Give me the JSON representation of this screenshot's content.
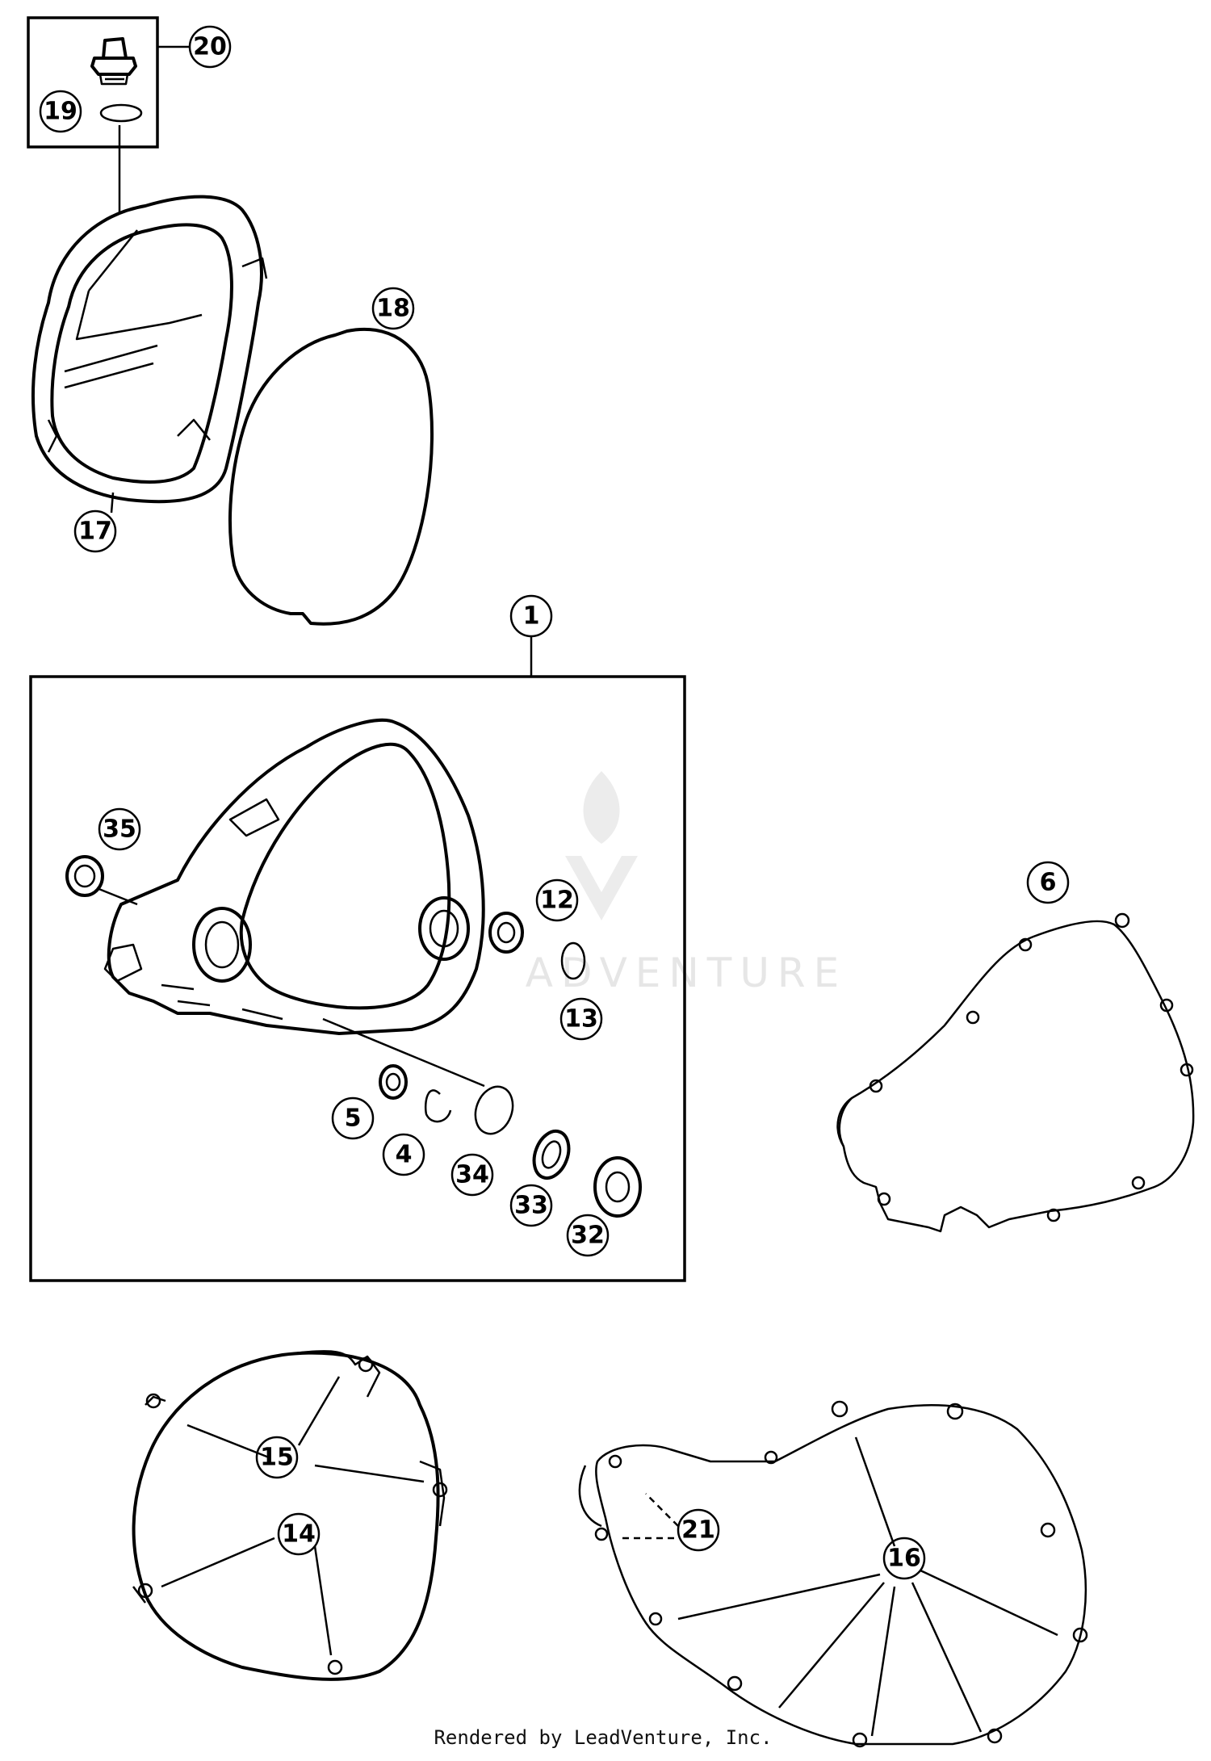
{
  "callouts": [
    "20",
    "19",
    "18",
    "17",
    "1",
    "35",
    "12",
    "13",
    "5",
    "4",
    "34",
    "33",
    "32",
    "6",
    "15",
    "14",
    "21",
    "16"
  ],
  "watermark": {
    "text": "ADVENTURE"
  },
  "credit": {
    "text": "Rendered by LeadVenture, Inc."
  }
}
